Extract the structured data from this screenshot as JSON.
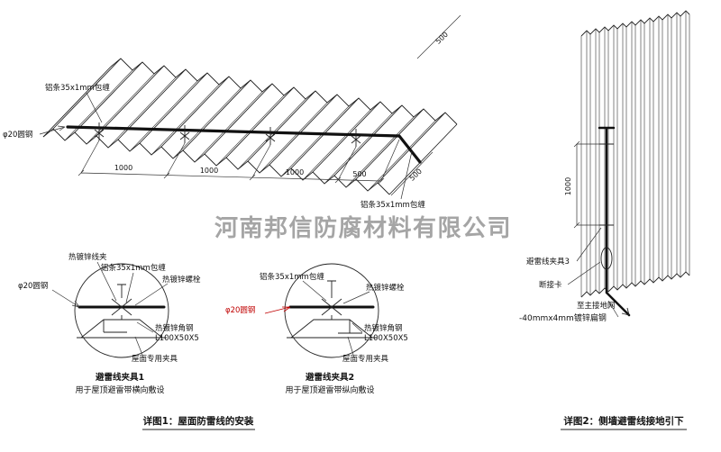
{
  "watermark": "河南邦信防腐材料有限公司",
  "roof": {
    "alu_label_top": "铝条35x1mm包缠",
    "alu_label_right": "铝条35x1mm包缠",
    "rod_label": "φ20圆钢",
    "dim_1000_a": "1000",
    "dim_1000_b": "1000",
    "dim_1000_c": "1000",
    "dim_500": "500",
    "dim_500_right": "500",
    "dim_500_top": "500"
  },
  "clamp1": {
    "wire_clamp": "热镀锌线夹",
    "alu": "铝条35x1mm包缠",
    "bolt": "热镀锌螺栓",
    "rod": "φ20圆钢",
    "angle_line1": "热镀锌角钢",
    "angle_line2": "L100X50X5",
    "fixture": "屋面专用夹具",
    "title": "避雷线夹具1",
    "subtitle": "用于屋顶避雷带横向敷设"
  },
  "clamp2": {
    "alu": "铝条35x1mm包缠",
    "bolt": "热镀锌螺栓",
    "rod": "φ20圆钢",
    "angle_line1": "热镀锌角钢",
    "angle_line2": "L100X50X5",
    "fixture": "屋面专用夹具",
    "title": "避雷线夹具2",
    "subtitle": "用于屋顶避雷带纵向敷设"
  },
  "caption1": "详图1：屋面防雷线的安装",
  "wall": {
    "clamp3": "避雷线夹具3",
    "disconnect": "断接卡",
    "to_ground": "至主接地网",
    "flat_steel": "-40mmx4mm镀锌扁钢",
    "dim_1000": "1000"
  },
  "caption2": "详图2：侧墙避雷线接地引下"
}
